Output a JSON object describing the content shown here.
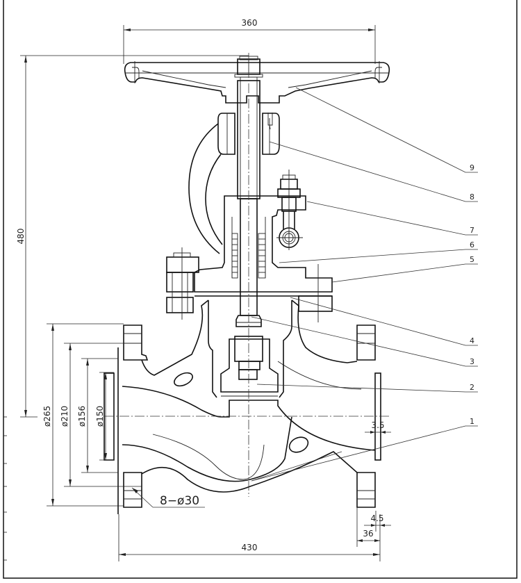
{
  "drawing": {
    "subject": "Globe valve sectional view",
    "dimensions": {
      "handwheel_diameter": "360",
      "overall_height": "480",
      "flange_od": "ø265",
      "bolt_circle": "ø210",
      "raised_face": "ø156",
      "bore": "ø150",
      "face_to_face": "430",
      "flange_thickness": "36",
      "raised_face_height": "3.5",
      "flange_gap": "4.5",
      "bolt_holes": "8−ø30"
    },
    "part_labels": [
      "1",
      "2",
      "3",
      "4",
      "5",
      "6",
      "7",
      "8",
      "9"
    ]
  }
}
